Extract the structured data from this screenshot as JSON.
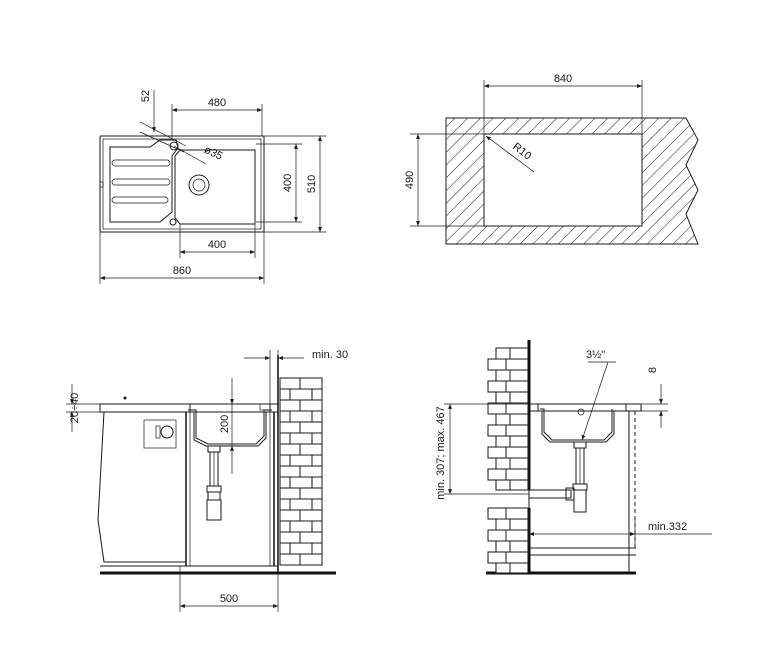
{
  "top_view": {
    "d_52": "52",
    "d_480": "480",
    "d_dia35": "ø35",
    "d_400_side": "400",
    "d_510": "510",
    "d_400_bottom": "400",
    "d_860": "860"
  },
  "cutout_view": {
    "d_840": "840",
    "d_490": "490",
    "d_r10": "R10"
  },
  "side_view_left": {
    "d_20_40": "20÷40",
    "d_200": "200",
    "d_min30": "min. 30",
    "d_500": "500"
  },
  "side_view_right": {
    "d_thread": "3½\"",
    "d_8": "8",
    "d_range": "min. 307; max. 467",
    "d_min332": "min.332"
  }
}
